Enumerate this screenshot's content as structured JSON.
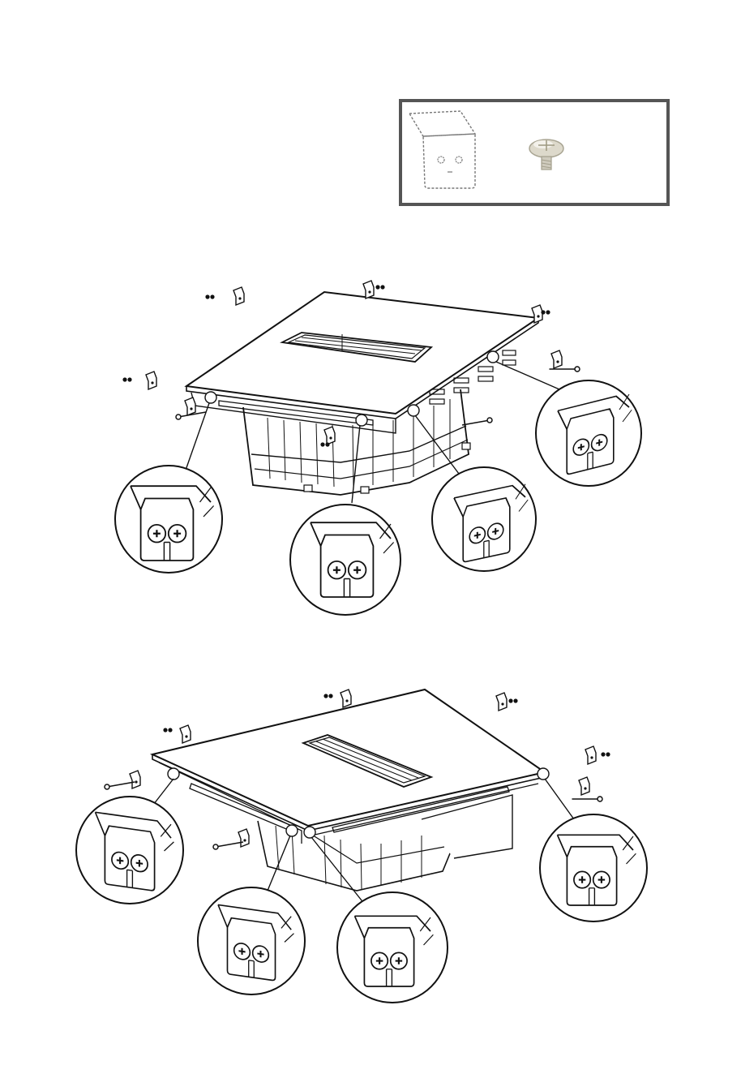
{
  "figure": {
    "style": "technical line drawing, installation instructions",
    "line_color": "#111111",
    "frame_color": "#555555",
    "screw_color": "#d9d6c8",
    "parts_box": {
      "items": [
        {
          "icon": "mounting-bracket-icon"
        },
        {
          "icon": "screw-icon"
        }
      ]
    },
    "views": [
      {
        "name": "upper-hob-assembly",
        "detail_callouts": 4
      },
      {
        "name": "lower-hob-assembly",
        "detail_callouts": 4
      }
    ]
  }
}
